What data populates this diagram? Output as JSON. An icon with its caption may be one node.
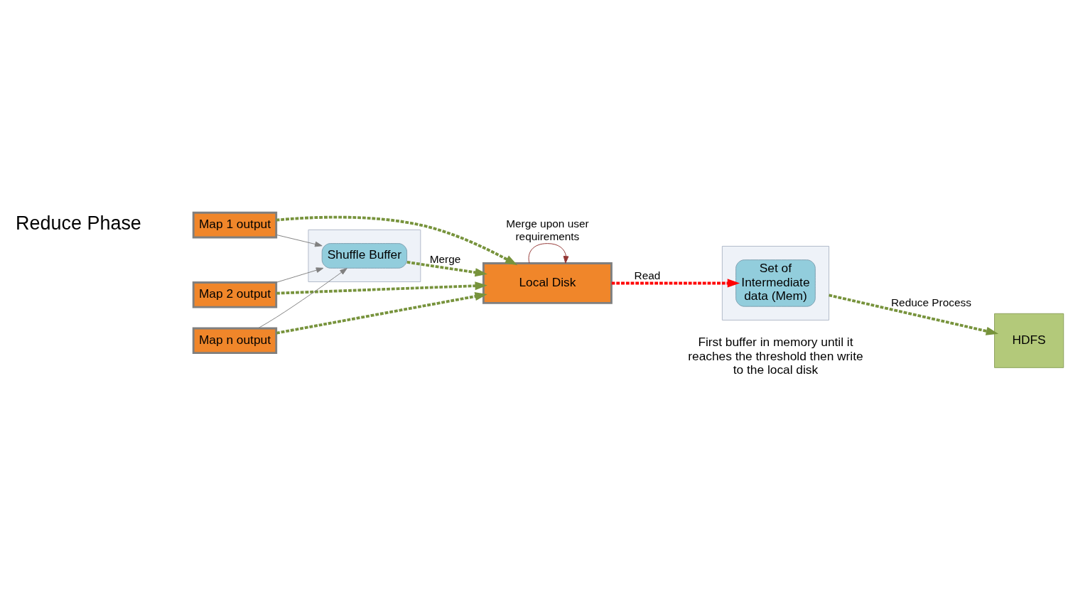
{
  "diagram": {
    "nodes": [
      {
        "text": [
          "Map 1 output"
        ]
      },
      {
        "text": [
          "Map 2 output"
        ]
      },
      {
        "text": [
          "Map n output"
        ]
      },
      {
        "text": [],
        "shape": "box"
      },
      {
        "text": [
          "Shuffle Buffer"
        ],
        "in": 3
      },
      {
        "text": [
          "Local Disk"
        ]
      },
      {
        "text": [],
        "shape": "box"
      },
      {
        "text": [
          "Set of Intermediate data (Mem)"
        ],
        "in": 6
      },
      {
        "text": [
          "HDFS"
        ]
      }
    ],
    "edges": [
      {
        "from": 0,
        "to": 4,
        "arrow": "to",
        "color": "#808080"
      },
      {
        "from": 1,
        "to": 4,
        "arrow": "to",
        "color": "#808080"
      },
      {
        "from": 2,
        "to": 4,
        "arrow": "to",
        "color": "#808080"
      },
      {
        "from": 0,
        "to": 5,
        "arrow": "to",
        "style": "dashed"
      },
      {
        "from": 1,
        "to": 5,
        "arrow": "to",
        "style": "dashed"
      },
      {
        "from": 2,
        "to": 5,
        "arrow": "to",
        "style": "dashed"
      },
      {
        "from": 4,
        "to": 5,
        "arrow": "to",
        "style": "dashed",
        "label": "Merge"
      },
      {
        "from": 5,
        "to": 7,
        "arrow": "to",
        "style": "dashed",
        "color": "#ff0000",
        "label": "Read"
      },
      {
        "from": 6,
        "to": 8,
        "arrow": "to",
        "style": "dashed",
        "label": "Reduce Process"
      },
      {
        "from": 5,
        "to": 5,
        "arrow": "to",
        "color": "#943634",
        "label": "Merge upon user requirements"
      }
    ],
    "labels": [
      "Reduce Phase",
      "First buffer in memory until it reaches the threshold then write to the local disk"
    ]
  }
}
